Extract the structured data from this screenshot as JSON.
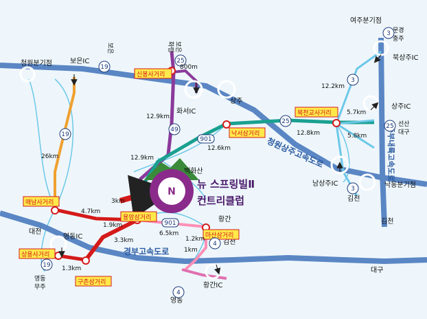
{
  "places": {
    "yeoju_jct": "여주분기점",
    "cheongwon_jct": "청원분기점",
    "boeun_ic": "보은IC",
    "sangju": "상주",
    "hwaseo_ic": "화서IC",
    "sangju_ic": "상주IC",
    "buksangju_ic": "북상주IC",
    "namsangju_ic": "남상주IC",
    "gimcheon_east": "김천",
    "gimcheon_bottom": "김천",
    "gimcheon_mid": "김천",
    "nakdong_jct": "낙동분기점",
    "baekhwasan": "백화산",
    "daejeon": "대전",
    "yeongdong_ic": "영동IC",
    "hwanggan": "황간",
    "hwanggan_ic": "황간IC",
    "daegu": "대구",
    "yeongdong": "영동",
    "yeongdong_muju": "영동\n무주",
    "seonsan_daegu": "선산\n대구",
    "mungyeong_chungju": "문경\n충주",
    "boeun_vertical": "보은",
    "hwaryeong": "화령\n보은"
  },
  "intersections": {
    "sinbong": "신봉사거리",
    "bukcheon": "북천교사거리",
    "nakseo": "낙서삼거리",
    "maenam": "매남사거리",
    "yongam": "용암삼거리",
    "masan": "마산삼거리",
    "sangyong": "상용사거리",
    "gucheon": "구촌삼거리"
  },
  "route_numbers": {
    "r19_top": "19",
    "r19_mid": "19",
    "r19_bottom": "19",
    "r25_top": "25",
    "r25_mid": "25",
    "r25_right": "25",
    "r49": "49",
    "r3_top": "3",
    "r3_mid": "3",
    "r3_lower": "3",
    "r4_mid": "4",
    "r4_bottom": "4",
    "r901_a": "901",
    "r901_b": "901"
  },
  "distances": {
    "d800m": "800m",
    "d12_9_a": "12.9km",
    "d12_9_b": "12.9km",
    "d12_6": "12.6km",
    "d12_2": "12.2km",
    "d5_7": "5.7km",
    "d12_8": "12.8km",
    "d5_8": "5.8km",
    "d26": "26km",
    "d4_7": "4.7km",
    "d3": "3km",
    "d1_9": "1.9km",
    "d3_3": "3.3km",
    "d6_5": "6.5km",
    "d1_2": "1.2km",
    "d1_a": "1km",
    "d1_3": "1.3km"
  },
  "highways": {
    "cheongwon_sangju": "청원상주고속도로",
    "jungbu_naeryuk": "중부내륙고속도로",
    "gyeongbu": "경부고속도로"
  },
  "resort": {
    "name_line1": "뉴 스프링빌Ⅱ",
    "name_line2": "컨트리클럽",
    "logo_letter": "N"
  },
  "colors": {
    "background": "#eef6fb",
    "highway": "#5a86c4",
    "route_19": "#f0a030",
    "route_49": "#8a3a9a",
    "route_25": "#1aa090",
    "route_3": "#6cc8e8",
    "route_901": "#ff8fb5",
    "access_red": "#d41a1a",
    "label_yellow": "#ffe94a"
  }
}
